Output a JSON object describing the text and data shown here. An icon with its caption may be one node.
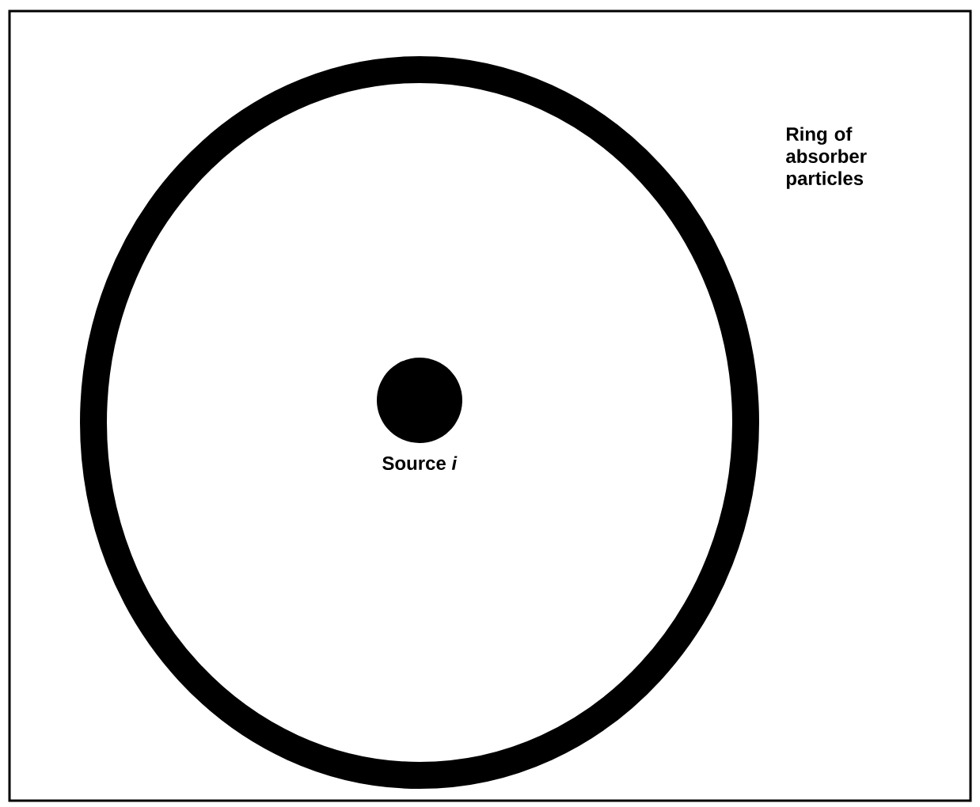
{
  "diagram": {
    "nodes": [
      {
        "text": [
          "Ring of absorber particles"
        ]
      },
      {
        "text": [
          "Source *i*"
        ],
        "in": 0
      }
    ]
  }
}
